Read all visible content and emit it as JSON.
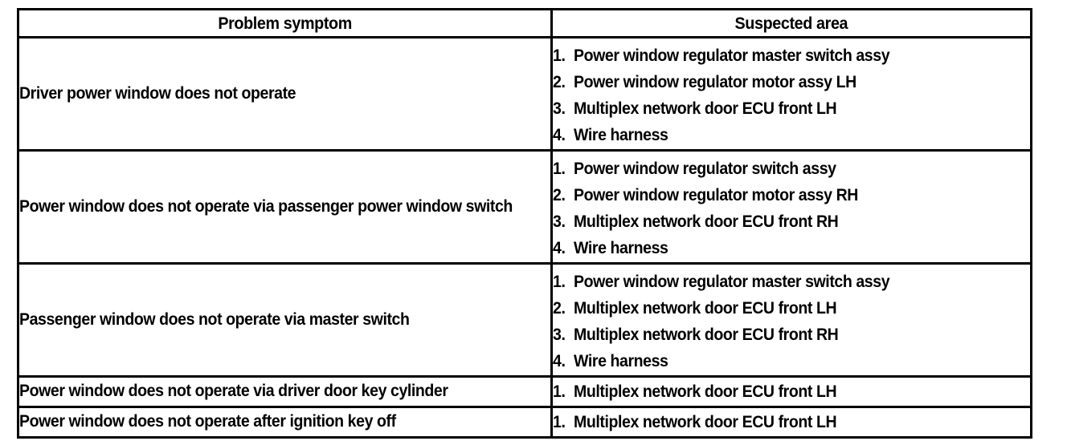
{
  "document": {
    "kind": "service-manual-problem-symptoms-table",
    "background_color": "#ffffff",
    "ink_color": "#000000"
  },
  "table": {
    "columns": [
      {
        "key": "problem_symptom",
        "header": "Problem symptom"
      },
      {
        "key": "suspected_area",
        "header": "Suspected area"
      }
    ],
    "rows": [
      {
        "symptom": "Driver power window does not operate",
        "suspected_area": [
          {
            "num": "1.",
            "text": "Power window regulator master switch assy"
          },
          {
            "num": "2.",
            "text": "Power window regulator motor assy LH"
          },
          {
            "num": "3.",
            "text": "Multiplex network door ECU front LH"
          },
          {
            "num": "4.",
            "text": "Wire harness"
          }
        ]
      },
      {
        "symptom": "Power window does not operate via passenger power window switch",
        "suspected_area": [
          {
            "num": "1.",
            "text": "Power window regulator switch assy"
          },
          {
            "num": "2.",
            "text": "Power window regulator motor assy RH"
          },
          {
            "num": "3.",
            "text": "Multiplex network door ECU front RH"
          },
          {
            "num": "4.",
            "text": "Wire harness"
          }
        ]
      },
      {
        "symptom": "Passenger window does not operate via master switch",
        "suspected_area": [
          {
            "num": "1.",
            "text": "Power window regulator master switch assy"
          },
          {
            "num": "2.",
            "text": "Multiplex network door ECU front LH"
          },
          {
            "num": "3.",
            "text": "Multiplex network door ECU front RH"
          },
          {
            "num": "4.",
            "text": "Wire harness"
          }
        ]
      },
      {
        "symptom": "Power window does not operate via driver door key cylinder",
        "suspected_area": [
          {
            "num": "1.",
            "text": "Multiplex network door ECU front LH"
          }
        ]
      },
      {
        "symptom": "Power window does not operate after ignition key off",
        "suspected_area": [
          {
            "num": "1.",
            "text": "Multiplex network door ECU front LH"
          }
        ]
      }
    ]
  }
}
